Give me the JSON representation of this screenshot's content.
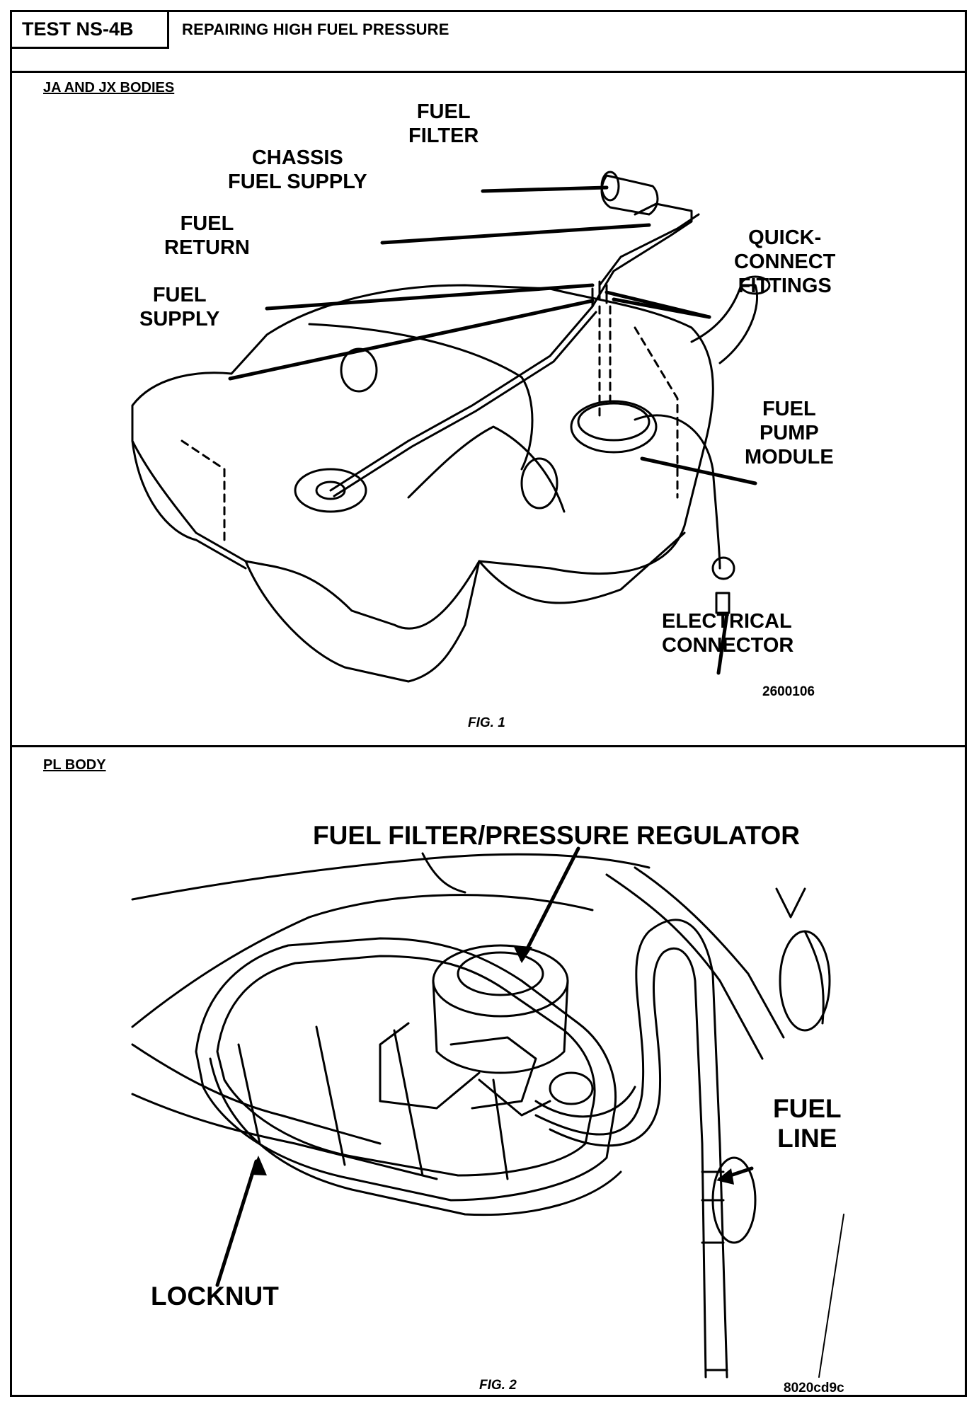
{
  "header": {
    "test_id": "TEST NS-4B",
    "title": "REPAIRING HIGH FUEL PRESSURE"
  },
  "figure1": {
    "section_label": "JA AND JX BODIES",
    "callouts": {
      "fuel_filter": [
        "FUEL",
        "FILTER"
      ],
      "chassis_fuel_supply": [
        "CHASSIS",
        "FUEL SUPPLY"
      ],
      "fuel_return": [
        "FUEL",
        "RETURN"
      ],
      "fuel_supply": [
        "FUEL",
        "SUPPLY"
      ],
      "quick_connect": [
        "QUICK-",
        "CONNECT",
        "FITTINGS"
      ],
      "fuel_pump_module": [
        "FUEL",
        "PUMP",
        "MODULE"
      ],
      "electrical_connector": [
        "ELECTRICAL",
        "CONNECTOR"
      ]
    },
    "code": "2600106",
    "caption": "FIG. 1"
  },
  "figure2": {
    "section_label": "PL BODY",
    "callouts": {
      "filter_regulator": "FUEL FILTER/PRESSURE REGULATOR",
      "fuel_line": [
        "FUEL",
        "LINE"
      ],
      "locknut": "LOCKNUT"
    },
    "code": "8020cd9c",
    "caption": "FIG. 2"
  }
}
